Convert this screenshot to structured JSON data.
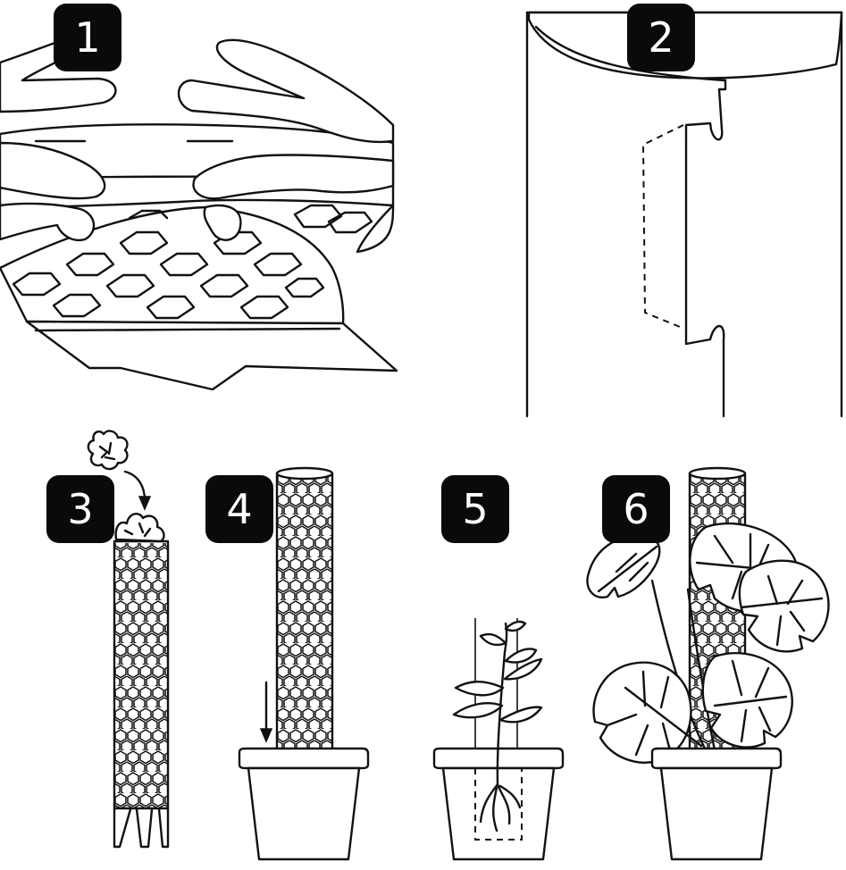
{
  "steps": [
    {
      "number": "1",
      "illustration": "hands-peeling-moss-pole-sheet"
    },
    {
      "number": "2",
      "illustration": "rolled-sheet-interlocking-tabs"
    },
    {
      "number": "3",
      "illustration": "moss-filling-pole"
    },
    {
      "number": "4",
      "illustration": "pole-inserted-into-pot"
    },
    {
      "number": "5",
      "illustration": "seedling-planted-with-pole"
    },
    {
      "number": "6",
      "illustration": "monstera-climbing-pole"
    }
  ],
  "colors": {
    "ink": "#111111",
    "badge": "#0a0a0a",
    "background": "#ffffff"
  }
}
